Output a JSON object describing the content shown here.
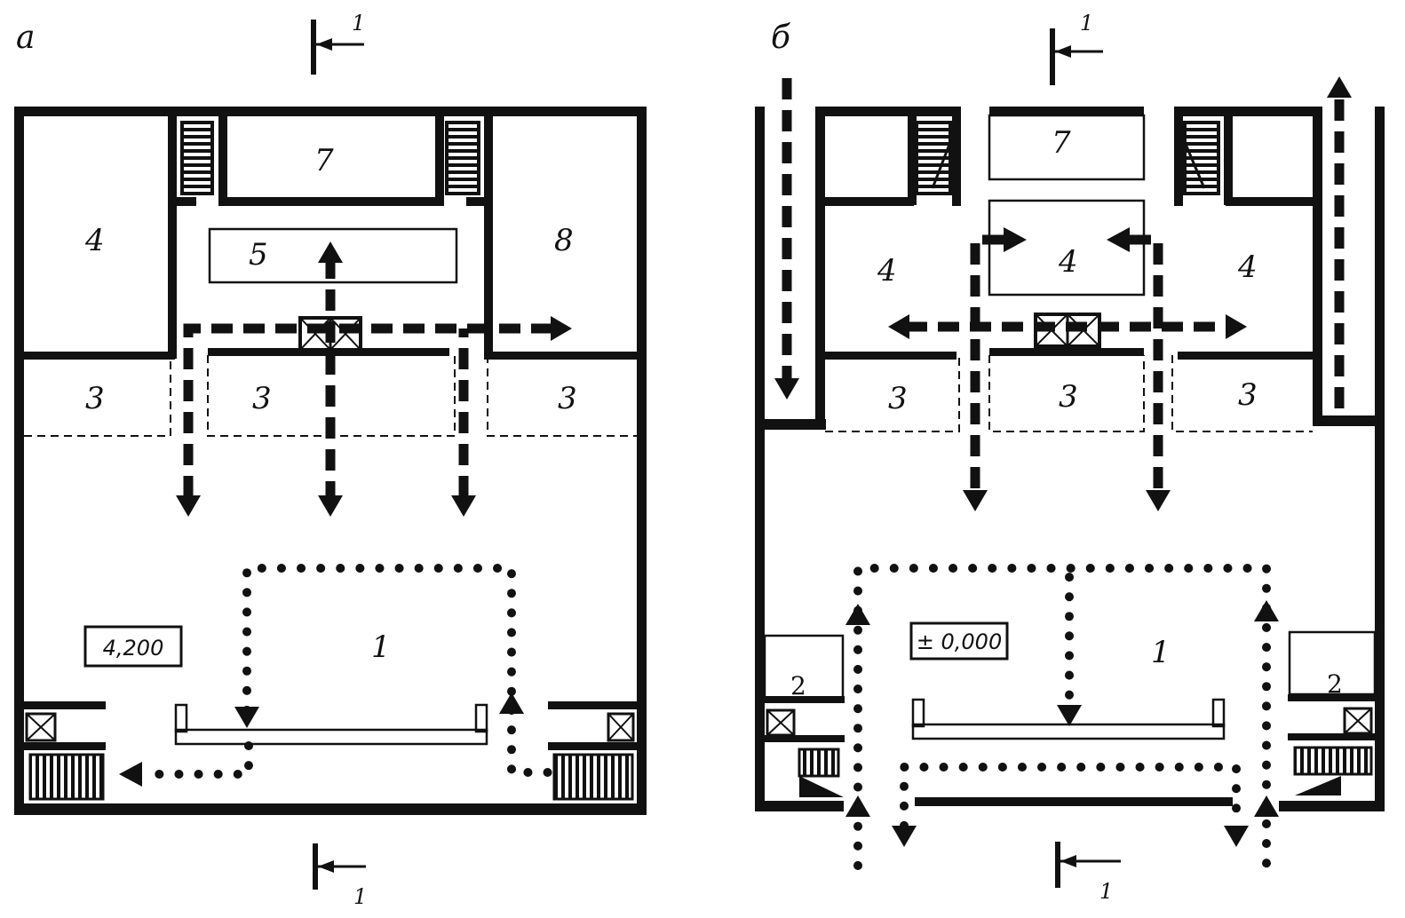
{
  "plans": {
    "a": {
      "letter": "а",
      "section_top": "1",
      "section_bottom": "1",
      "level": "4,200",
      "rooms": {
        "r1": "1",
        "r3a": "3",
        "r3b": "3",
        "r3c": "3",
        "r4": "4",
        "r5": "5",
        "r7": "7",
        "r8": "8"
      }
    },
    "b": {
      "letter": "б",
      "section_top": "1",
      "section_bottom": "1",
      "level": "± 0,000",
      "rooms": {
        "r1": "1",
        "r2a": "2",
        "r2b": "2",
        "r3a": "3",
        "r3b": "3",
        "r3c": "3",
        "r4a": "4",
        "r4b": "4",
        "r4c": "4",
        "r7": "7"
      }
    }
  }
}
